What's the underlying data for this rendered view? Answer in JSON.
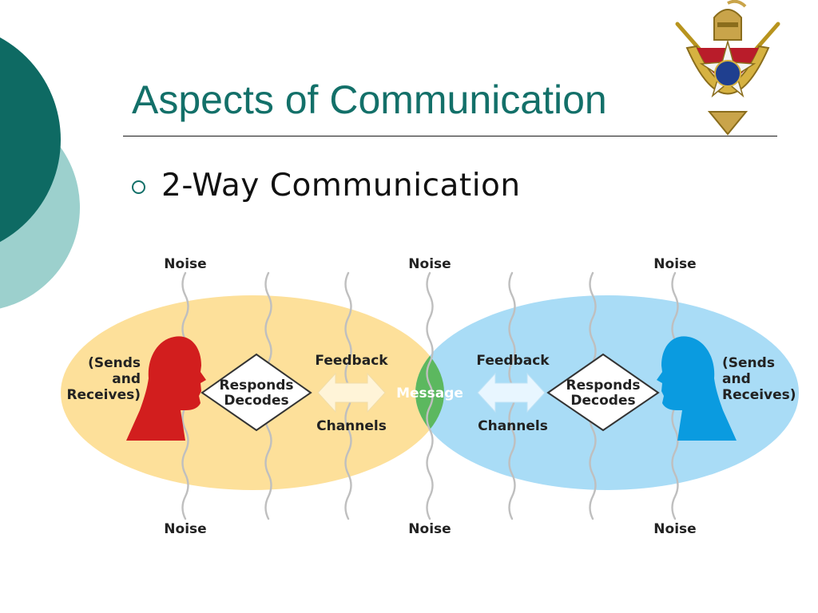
{
  "slide": {
    "title": "Aspects of Communication",
    "bullet": "2-Way Communication"
  },
  "diagram": {
    "noise_label": "Noise",
    "left_party": {
      "lines": [
        "(Sends",
        "and",
        "Receives)"
      ],
      "color": "#d21e1e"
    },
    "right_party": {
      "lines": [
        "(Sends",
        "and",
        "Receives)"
      ],
      "color": "#0a9be0"
    },
    "left_box": {
      "lines": [
        "Responds",
        "Decodes"
      ]
    },
    "right_box": {
      "lines": [
        "Responds",
        "Decodes"
      ]
    },
    "feedback_label": "Feedback",
    "channels_label": "Channels",
    "message_label": "Message",
    "colors": {
      "left_oval": "#fde09a",
      "right_oval": "#a9dcf6",
      "message": "#5cb85f",
      "title": "#137069",
      "teal_dark": "#0e6a63",
      "teal_light": "#9cd0cd"
    }
  }
}
